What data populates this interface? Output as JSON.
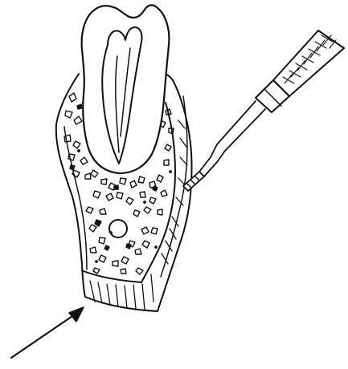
{
  "figure": {
    "kind": "line-drawing",
    "subject": "tooth-in-bone-cross-section",
    "colors": {
      "ink": "#111111",
      "paper": "#ffffff"
    },
    "parts": [
      {
        "name": "tooth-crown"
      },
      {
        "name": "pulp-canal"
      },
      {
        "name": "cancellous-bone"
      },
      {
        "name": "marrow-space"
      },
      {
        "name": "cortical-bone"
      },
      {
        "name": "probe-instrument"
      },
      {
        "name": "pointer-arrow"
      }
    ]
  }
}
